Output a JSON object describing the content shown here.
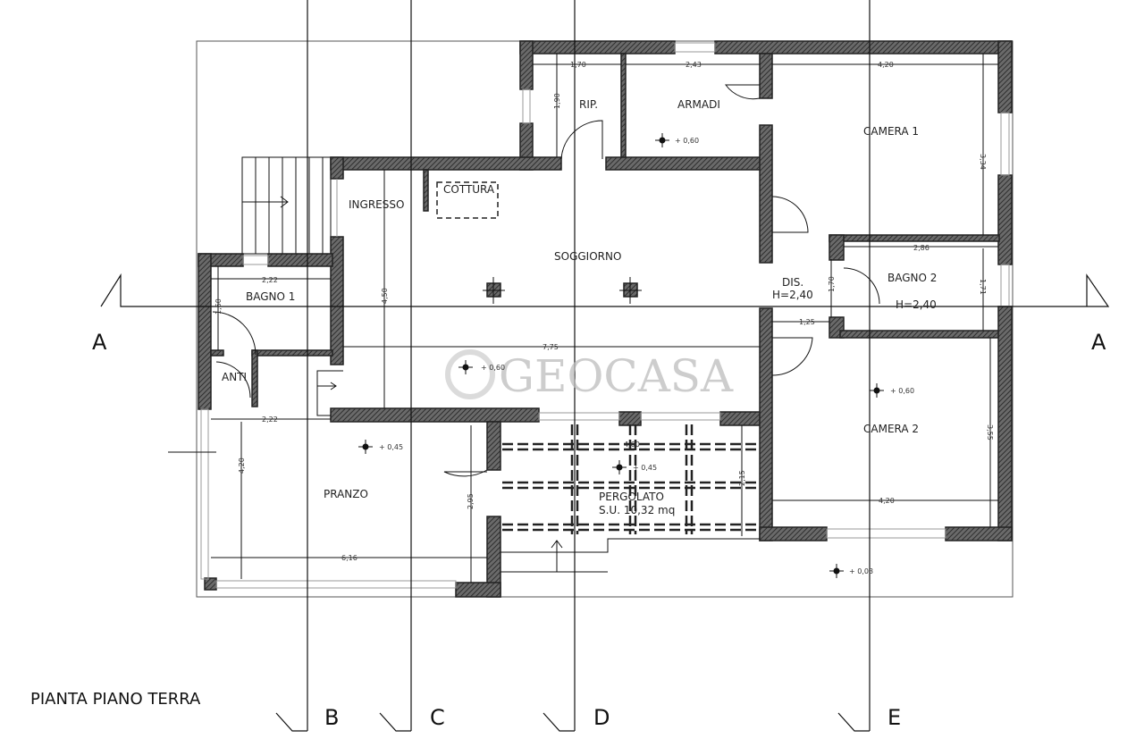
{
  "title": "PIANTA PIANO TERRA",
  "watermark": "GEOCASA",
  "colors": {
    "wall": "#5a5a5a",
    "line": "#111111",
    "watermark": "#bdbdbd"
  },
  "axes": {
    "a_left": "A",
    "a_right": "A",
    "b": "B",
    "c": "C",
    "d": "D",
    "e": "E"
  },
  "rooms": {
    "rip": "RIP.",
    "armadi": "ARMADI",
    "camera1": "CAMERA 1",
    "ingresso": "INGRESSO",
    "cottura": "COTTURA",
    "soggiorno": "SOGGIORNO",
    "bagno1": "BAGNO 1",
    "anti": "ANTI",
    "dis": "DIS.",
    "dis_h": "H=2,40",
    "bagno2": "BAGNO 2",
    "bagno2_h": "H=2,40",
    "camera2": "CAMERA 2",
    "pranzo": "PRANZO",
    "pergolato": "PERGOLATO",
    "pergolato_su": "S.U. 10,32 mq"
  },
  "levels": {
    "armadi": "+ 0,60",
    "soggiorno": "+ 0,60",
    "camera2": "+ 0,60",
    "pranzo": "+ 0,45",
    "pergolato": "+ 0,45",
    "esterno": "+ 0,03"
  },
  "dimensions": {
    "rip_w": "1,70",
    "armadi_w": "2,43",
    "camera1_w": "4,20",
    "rip_h": "1,90",
    "camera1_h": "3,34",
    "bagno2_w": "2,86",
    "bagno2_h": "1,71",
    "dis_h": "1,70",
    "dis_w": "1,25",
    "bagno1_w": "2,22",
    "bagno1_h": "1,60",
    "anti_w": "2,22",
    "soggiorno_h": "4,50",
    "soggiorno_w": "7,75",
    "pranzo_h": "4,20",
    "pranzo_w": "6,16",
    "porta_h": "2,95",
    "pergolato_w": "4,60",
    "pergolato_h": "2,15",
    "camera2_w": "4,20",
    "camera2_h": "3,55"
  }
}
